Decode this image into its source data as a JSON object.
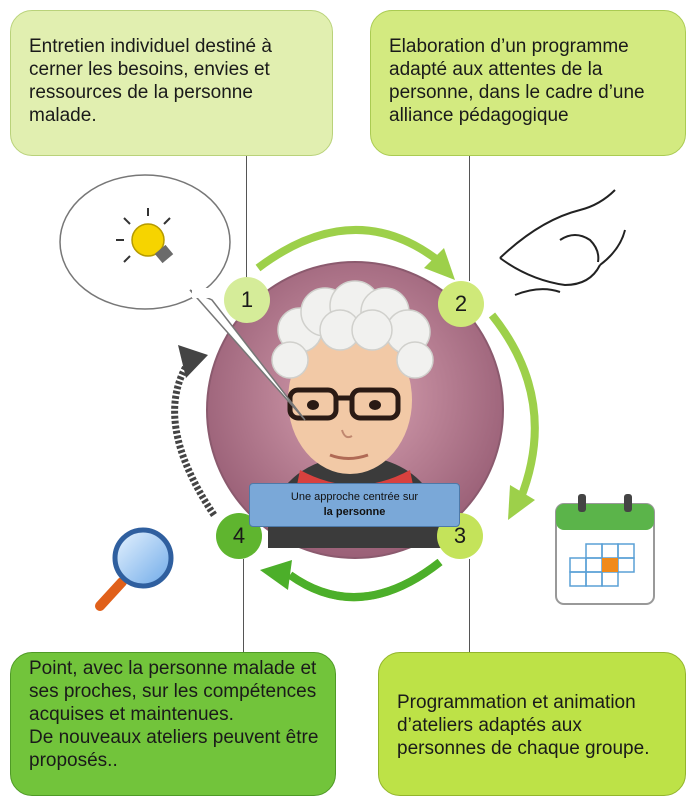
{
  "steps": [
    {
      "number": "1",
      "text": "Entretien individuel destiné à cerner les besoins, envies et ressources de la personne malade."
    },
    {
      "number": "2",
      "text": "Elaboration d’un programme adapté aux attentes de la personne, dans le cadre d’une alliance pédagogique"
    },
    {
      "number": "3",
      "text": "Programmation et animation d’ateliers adaptés aux personnes de chaque groupe."
    },
    {
      "number": "4",
      "text": "Point, avec la personne malade et ses proches, sur les compétences acquises et maintenues.\nDe nouveaux ateliers peuvent être proposés.."
    }
  ],
  "center_label": {
    "line1": "Une approche centrée sur",
    "line2": "la personne"
  },
  "icons": [
    "lightbulb-icon",
    "handshake-icon",
    "calendar-icon",
    "magnifier-icon",
    "elderly-person-illustration"
  ],
  "colors": {
    "step1": "#e1efb0",
    "step2": "#d3ea80",
    "step3": "#bde247",
    "step4": "#72c43b",
    "arrow": "#9dd04a"
  }
}
